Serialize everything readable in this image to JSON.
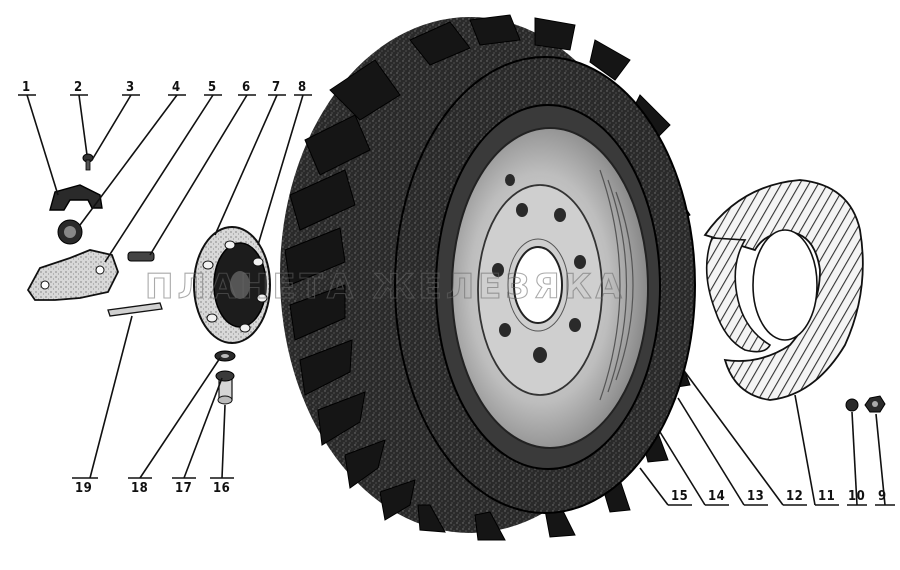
{
  "callouts": [
    "1",
    "2",
    "3",
    "4",
    "5",
    "6",
    "7",
    "8",
    "9",
    "10",
    "11",
    "12",
    "13",
    "14",
    "15",
    "16",
    "17",
    "18",
    "19"
  ],
  "watermark": "ПЛАНЕТА ЖЕЛЕЗЯКА",
  "colors": {
    "ink": "#111111",
    "paper": "#ffffff",
    "tire_dark": "#1a1a1a",
    "rim_gray": "#9a9a9a"
  }
}
